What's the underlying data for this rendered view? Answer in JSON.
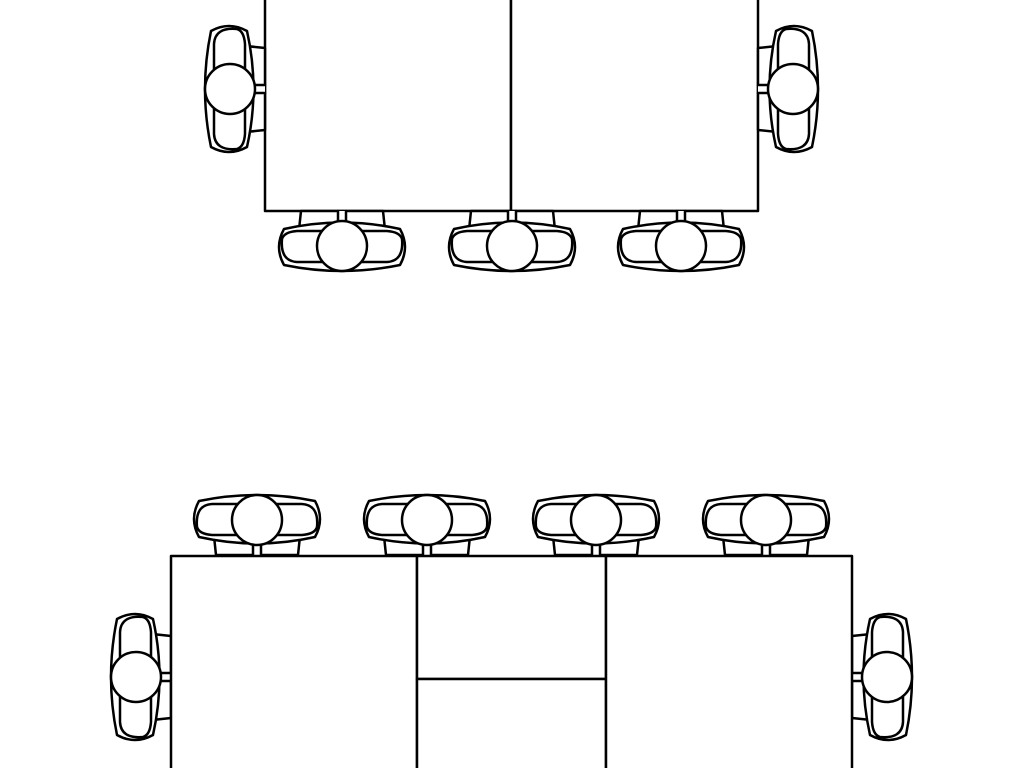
{
  "diagram": {
    "type": "seating-plan",
    "line_color": "#000000",
    "background_color": "#ffffff",
    "arrangements": [
      {
        "name": "top-table-arrangement",
        "table_count": 2,
        "seat_count": 5,
        "seats": [
          {
            "facing": "table",
            "side": "left"
          },
          {
            "facing": "table",
            "side": "right"
          },
          {
            "facing": "table",
            "side": "bottom"
          },
          {
            "facing": "table",
            "side": "bottom"
          },
          {
            "facing": "table",
            "side": "bottom"
          }
        ]
      },
      {
        "name": "bottom-table-arrangement",
        "table_count": 4,
        "seat_count": 6,
        "seats": [
          {
            "facing": "table",
            "side": "top"
          },
          {
            "facing": "table",
            "side": "top"
          },
          {
            "facing": "table",
            "side": "top"
          },
          {
            "facing": "table",
            "side": "top"
          },
          {
            "facing": "table",
            "side": "left"
          },
          {
            "facing": "table",
            "side": "right"
          }
        ]
      }
    ]
  }
}
